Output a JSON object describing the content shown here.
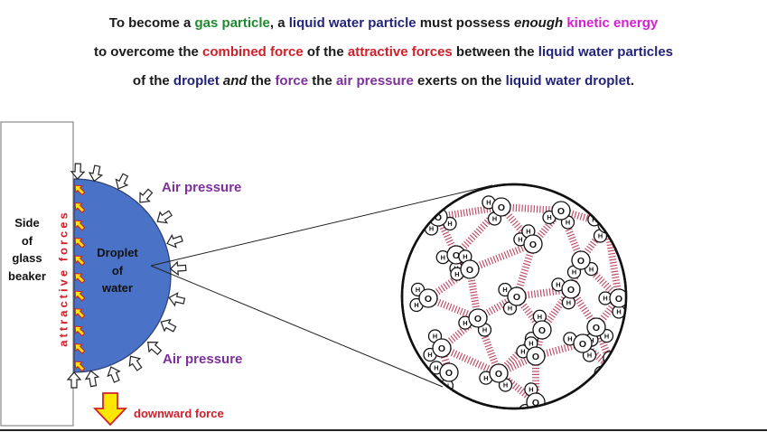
{
  "header": {
    "line1": {
      "p1": "To become a ",
      "gas_particle": "gas particle",
      "p2": ", a ",
      "liquid_water_particle": "liquid water particle",
      "p3": " must possess ",
      "enough": "enough",
      "kinetic_energy": "kinetic energy"
    },
    "line2": {
      "p1": "to overcome the ",
      "combined_force": "combined force",
      "p2": " of the ",
      "attractive_forces": "attractive forces",
      "p3": " between the ",
      "liquid_water_particles": "liquid water particles"
    },
    "line3": {
      "p1": "of the ",
      "droplet": "droplet",
      "and": "and",
      "p2": " the ",
      "force": "force",
      "p3": " the ",
      "air_pressure": "air pressure",
      "p4": " exerts on the ",
      "liquid_water_droplet": "liquid water droplet",
      "period": "."
    }
  },
  "labels": {
    "beaker_side": [
      "Side",
      "of",
      "glass",
      "beaker"
    ],
    "droplet": [
      "Droplet",
      "of",
      "water"
    ],
    "attractive_forces": "attractive forces",
    "air_pressure_top": "Air pressure",
    "air_pressure_bottom": "Air pressure",
    "downward_force": "downward force",
    "oxygen": "O",
    "hydrogen": "H"
  },
  "colors": {
    "droplet_fill": "#4a73c8",
    "attractive_text": "#d0202a",
    "air_pressure_text": "#7d2f9a",
    "downward_text": "#d0202a",
    "arrow_yellow": "#ffe600",
    "hbond": "#c0506a",
    "navy": "#23237a",
    "green": "#1f8a2e",
    "magenta": "#d61fd0"
  }
}
